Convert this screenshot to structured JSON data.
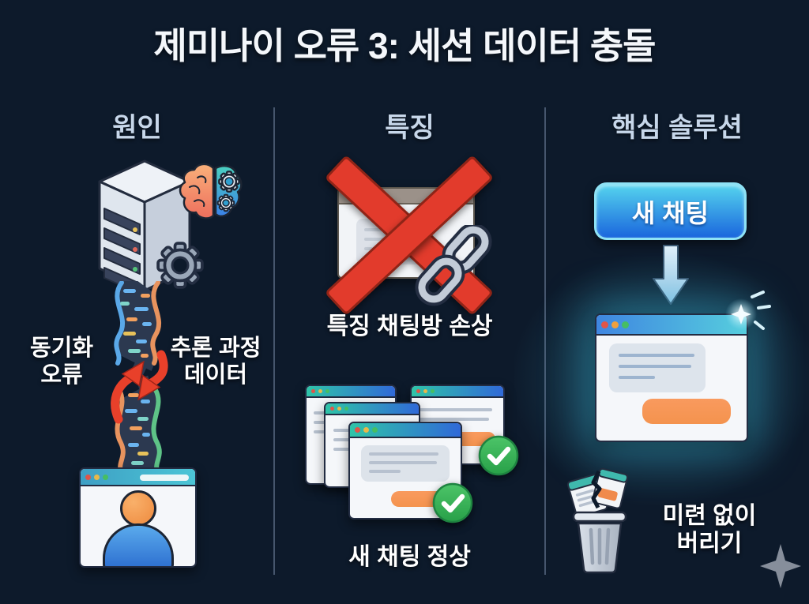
{
  "title": "제미나이 오류 3: 세션 데이터 충돌",
  "columns": {
    "cause": {
      "header": "원인",
      "sync_line1": "동기화",
      "sync_line2": "오류",
      "inference_line1": "추론 과정",
      "inference_line2": "데이터"
    },
    "symptom": {
      "header": "특징",
      "damaged_label": "특징 채팅방 손상",
      "new_chat_ok_label": "새 채팅 정상"
    },
    "solution": {
      "header": "핵심 솔루션",
      "new_chat_button_label": "새 채팅",
      "discard_line1": "미련 없이",
      "discard_line2": "버리기"
    }
  },
  "icons": {
    "cause": [
      "server-icon",
      "brain-gears-icon",
      "gear-icon",
      "data-stream-collision-icon",
      "user-browser-window-icon"
    ],
    "symptom": [
      "crossed-out-window-icon",
      "chain-link-icon",
      "chat-window-stack-icon",
      "checkmark-icon"
    ],
    "solution": [
      "new-chat-button",
      "down-arrow-icon",
      "glowing-chat-window-icon",
      "sparkle-icon",
      "broken-window-icon",
      "trash-can-icon",
      "star-sparkle-icon"
    ]
  },
  "colors": {
    "background": "#0d1a2b",
    "title_text": "#f4f7fb",
    "header_text": "#c7d7ea",
    "error_red": "#e23b2c",
    "success_green": "#3db45e",
    "accent_orange": "#f4934e",
    "button_gradient_top": "#55d4ee",
    "button_gradient_bottom": "#1a66dd",
    "glow_cyan": "#46c6e6"
  }
}
